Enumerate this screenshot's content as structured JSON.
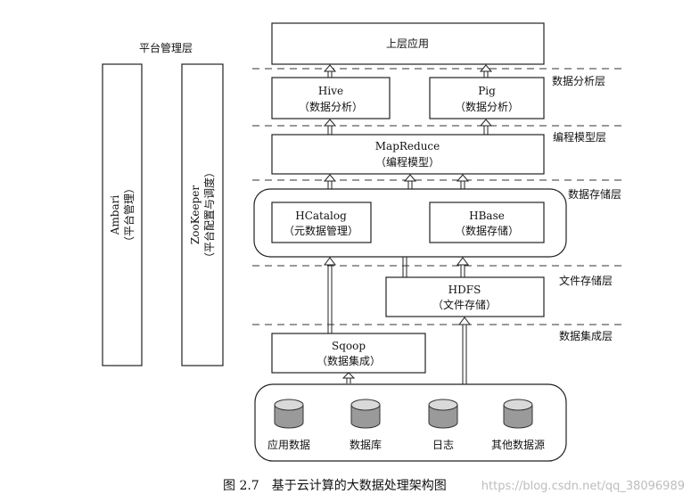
{
  "diagram": {
    "platform_mgmt_title": "平台管理层",
    "ambari": {
      "name": "Ambari",
      "desc": "（平台管理）"
    },
    "zookeeper": {
      "name": "ZooKeeper",
      "desc": "（平台配置与调度）"
    },
    "top_app": "上层应用",
    "hive": {
      "name": "Hive",
      "desc": "（数据分析）"
    },
    "pig": {
      "name": "Pig",
      "desc": "（数据分析）"
    },
    "mapreduce": {
      "name": "MapReduce",
      "desc": "（编程模型）"
    },
    "hcatalog": {
      "name": "HCatalog",
      "desc": "（元数据管理）"
    },
    "hbase": {
      "name": "HBase",
      "desc": "（数据存储）"
    },
    "hdfs": {
      "name": "HDFS",
      "desc": "（文件存储）"
    },
    "sqoop": {
      "name": "Sqoop",
      "desc": "（数据集成）"
    },
    "layers": {
      "analysis": "数据分析层",
      "programming": "编程模型层",
      "storage": "数据存储层",
      "file_storage": "文件存储层",
      "integration": "数据集成层"
    },
    "sources": [
      "应用数据",
      "数据库",
      "日志",
      "其他数据源"
    ],
    "caption": "图 2.7　基于云计算的大数据处理架构图",
    "watermark": "https://blog.csdn.net/qq_38096989"
  }
}
